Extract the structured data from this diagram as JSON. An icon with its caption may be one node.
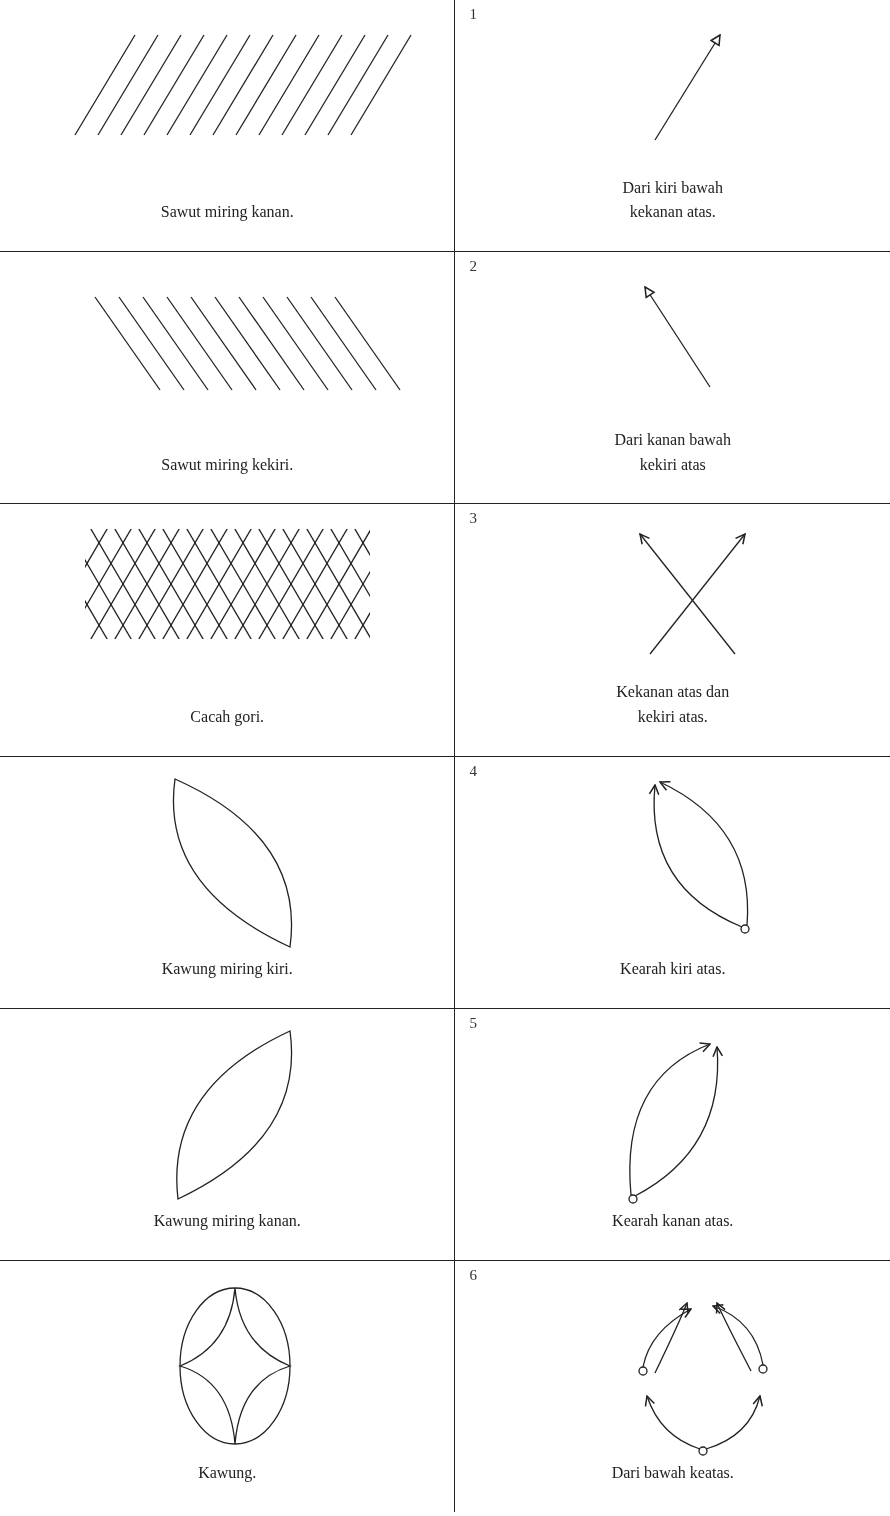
{
  "diagram": {
    "labels": [
      "Sawut miring kanan.",
      "1",
      "Dari kiri bawah kekanan atas.",
      "Sawut miring kekiri.",
      "2",
      "Dari kanan bawah kekiri atas",
      "Cacah gori.",
      "3",
      "Kekanan atas dan kekiri atas.",
      "Kawung miring kiri.",
      "4",
      "Kearah kiri atas.",
      "Kawung miring kanan.",
      "5",
      "Kearah kanan atas.",
      "Kawung.",
      "6",
      "Dari bawah keatas."
    ]
  }
}
